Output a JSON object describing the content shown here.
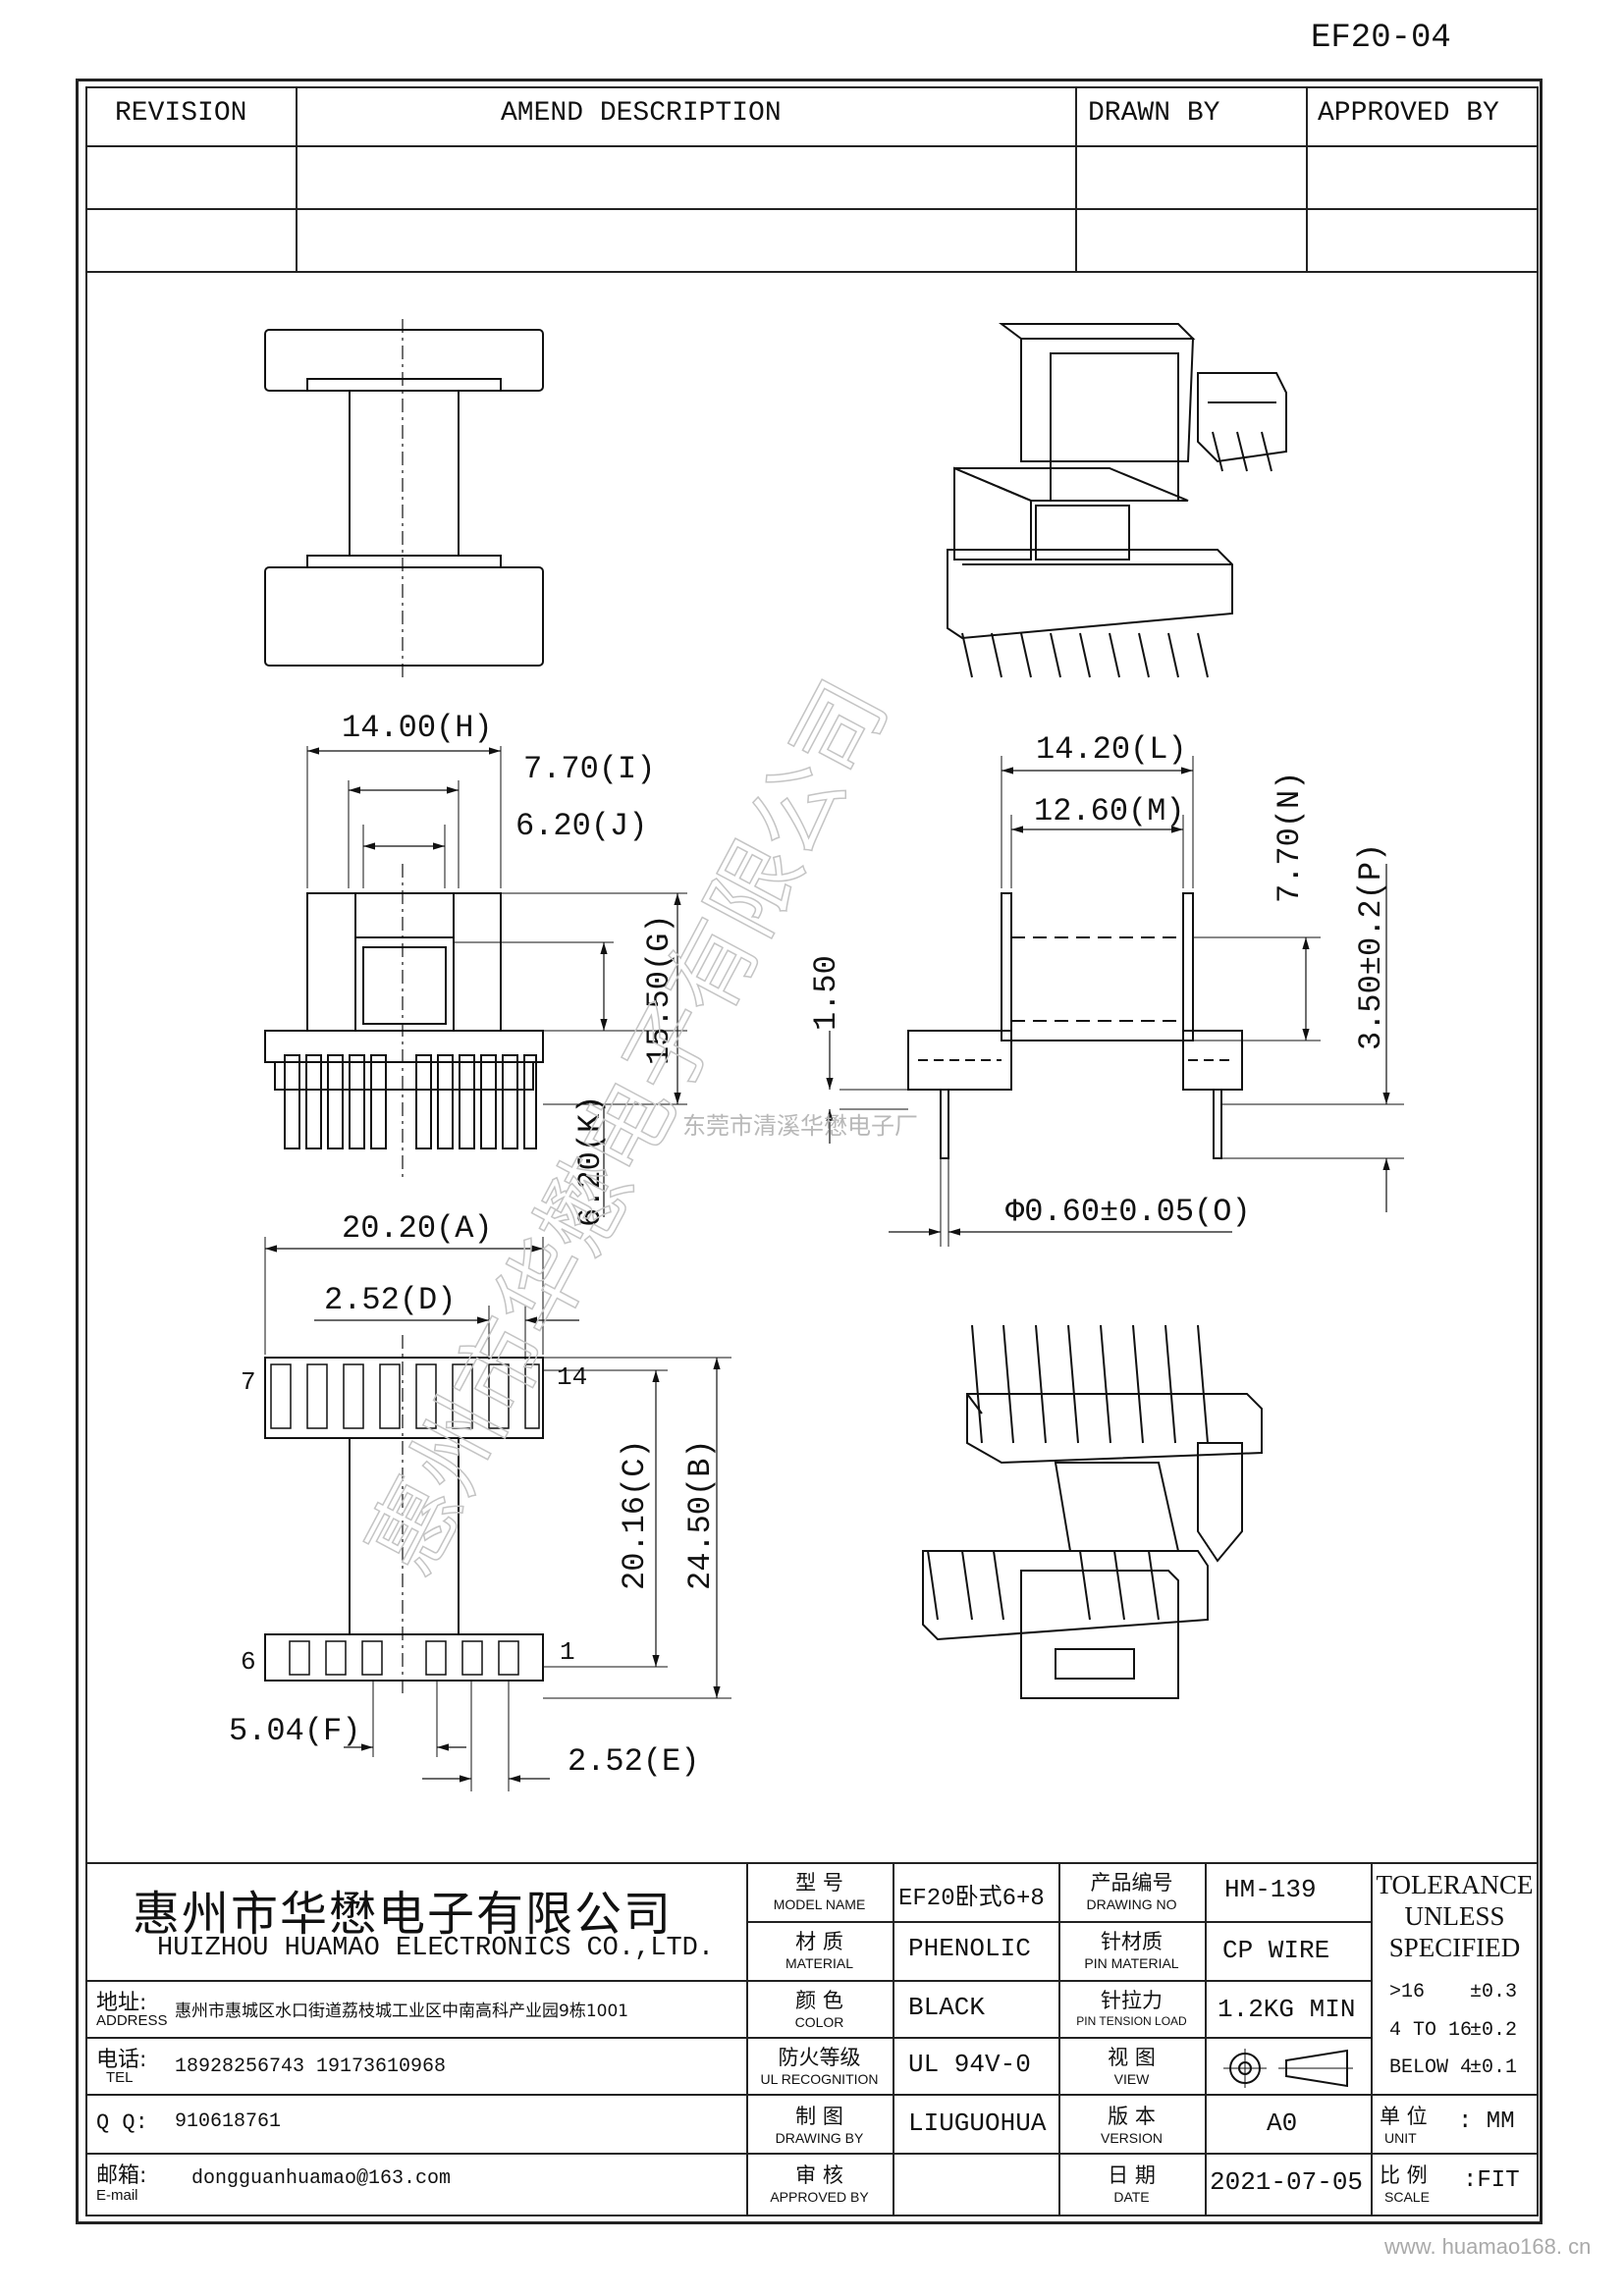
{
  "sheet_id": "EF20-04",
  "revision_table": {
    "headers": [
      "REVISION",
      "AMEND DESCRIPTION",
      "DRAWN BY",
      "APPROVED BY"
    ]
  },
  "dimensions": {
    "H": "14.00(H)",
    "I": "7.70(I)",
    "J": "6.20(J)",
    "G": "15.50(G)",
    "K": "6.20(K)",
    "L": "14.20(L)",
    "M": "12.60(M)",
    "N": "7.70(N)",
    "P": "3.50±0.2(P)",
    "slot": "1.50",
    "O": "Φ0.60±0.05(O)",
    "A": "20.20(A)",
    "D": "2.52(D)",
    "C": "20.16(C)",
    "B": "24.50(B)",
    "F": "5.04(F)",
    "E": "2.52(E)"
  },
  "pin_labels": {
    "p7": "7",
    "p14": "14",
    "p6": "6",
    "p1": "1"
  },
  "watermark": {
    "center_text": "东莞市清溪华懋电子厂",
    "diagonal_text": "惠州市华懋电子有限公司"
  },
  "title_block": {
    "company_zh": "惠州市华懋电子有限公司",
    "company_en": "HUIZHOU HUAMAO ELECTRONICS CO.,LTD.",
    "address_label_zh": "地址:",
    "address_label_en": "ADDRESS",
    "address_value": "惠州市惠城区水口街道荔枝城工业区中南高科产业园9栋1001",
    "tel_label_zh": "电话:",
    "tel_label_en": "TEL",
    "tel_value": "18928256743  19173610968",
    "qq_label": "Q Q:",
    "qq_value": "910618761",
    "email_label_zh": "邮箱:",
    "email_label_en": "E-mail",
    "email_value": "dongguanhuamao@163.com",
    "model_zh": "型 号",
    "model_en": "MODEL  NAME",
    "model_value": "EF20卧式6+8",
    "material_zh": "材 质",
    "material_en": "MATERIAL",
    "material_value": "PHENOLIC",
    "color_zh": "颜 色",
    "color_en": "COLOR",
    "color_value": "BLACK",
    "fire_zh": "防火等级",
    "fire_en": "UL RECOGNITION",
    "fire_value": "UL 94V-0",
    "drawing_zh": "制 图",
    "drawing_en": "DRAWING  BY",
    "drawing_value": "LIUGUOHUA",
    "approved_zh": "审 核",
    "approved_en": "APPROVED BY",
    "approved_value": "",
    "drawing_no_zh": "产品编号",
    "drawing_no_en": "DRAWING  NO",
    "drawing_no_value": "HM-139",
    "pin_material_zh": "针材质",
    "pin_material_en": "PIN MATERIAL",
    "pin_material_value": "CP WIRE",
    "pin_tension_zh": "针拉力",
    "pin_tension_en": "PIN TENSION LOAD",
    "pin_tension_value": "1.2KG MIN",
    "view_zh": "视 图",
    "view_en": "VIEW",
    "version_zh": "版 本",
    "version_en": "VERSION",
    "version_value": "A0",
    "date_zh": "日 期",
    "date_en": "DATE",
    "date_value": "2021-07-05",
    "tolerance_title": [
      "TOLERANCE",
      "UNLESS",
      "SPECIFIED"
    ],
    "tolerance_rows": [
      {
        "range": ">16",
        "value": "±0.3"
      },
      {
        "range": "4 TO 16",
        "value": "±0.2"
      },
      {
        "range": "BELOW 4",
        "value": "±0.1"
      }
    ],
    "unit_zh": "单 位",
    "unit_en": "UNIT",
    "unit_value": ": MM",
    "scale_zh": "比 例",
    "scale_en": "SCALE",
    "scale_value": ":FIT"
  },
  "footer_url": "www. huamao168. cn"
}
